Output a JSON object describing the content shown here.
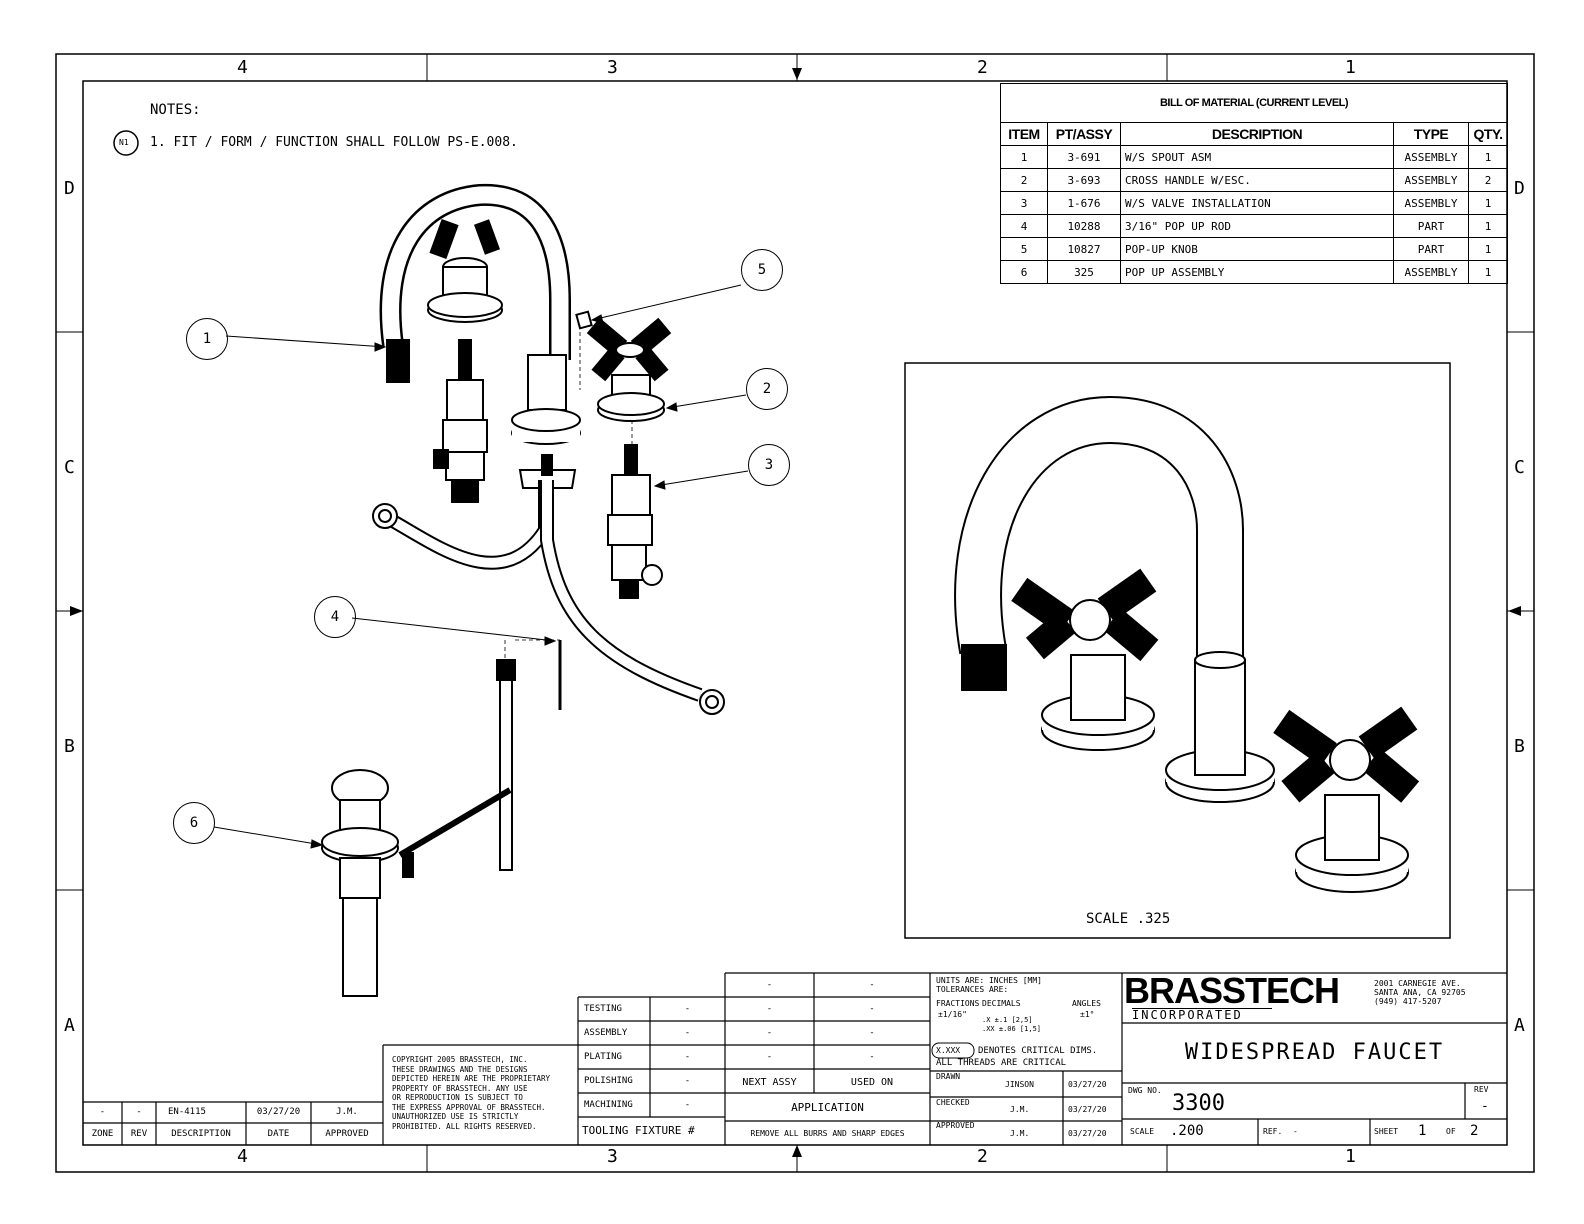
{
  "zones": {
    "top": [
      "4",
      "3",
      "2",
      "1"
    ],
    "bottom": [
      "4",
      "3",
      "2",
      "1"
    ],
    "left": [
      "D",
      "C",
      "B",
      "A"
    ],
    "right": [
      "D",
      "C",
      "B",
      "A"
    ]
  },
  "notes": {
    "title": "NOTES:",
    "flag": "N1",
    "item": "1.  FIT / FORM / FUNCTION SHALL FOLLOW PS-E.008."
  },
  "bom": {
    "title": "BILL OF MATERIAL (CURRENT LEVEL)",
    "headers": [
      "ITEM",
      "PT/ASSY",
      "DESCRIPTION",
      "TYPE",
      "QTY."
    ],
    "rows": [
      [
        "1",
        "3-691",
        "W/S SPOUT ASM",
        "ASSEMBLY",
        "1"
      ],
      [
        "2",
        "3-693",
        "CROSS HANDLE W/ESC.",
        "ASSEMBLY",
        "2"
      ],
      [
        "3",
        "1-676",
        "W/S VALVE INSTALLATION",
        "ASSEMBLY",
        "1"
      ],
      [
        "4",
        "10288",
        "3/16\" POP UP ROD",
        "PART",
        "1"
      ],
      [
        "5",
        "10827",
        "POP-UP KNOB",
        "PART",
        "1"
      ],
      [
        "6",
        "325",
        "POP UP ASSEMBLY",
        "ASSEMBLY",
        "1"
      ]
    ]
  },
  "balloons": [
    "1",
    "2",
    "3",
    "4",
    "5",
    "6"
  ],
  "inset_scale": "SCALE  .325",
  "revision_block": {
    "headers": [
      "ZONE",
      "REV",
      "DESCRIPTION",
      "DATE",
      "APPROVED"
    ],
    "row": [
      "-",
      "-",
      "EN-4115",
      "03/27/20",
      "J.M."
    ]
  },
  "copyright": [
    "COPYRIGHT 2005 BRASSTECH, INC.",
    "THESE DRAWINGS AND THE DESIGNS",
    "DEPICTED HEREIN ARE THE PROPRIETARY",
    "PROPERTY OF BRASSTECH. ANY USE",
    "OR REPRODUCTION IS SUBJECT TO",
    "THE EXPRESS APPROVAL OF BRASSTECH.",
    "UNAUTHORIZED USE IS STRICTLY",
    "PROHIBITED. ALL RIGHTS RESERVED."
  ],
  "process_block": {
    "rows": [
      {
        "label": "TESTING",
        "v": "-"
      },
      {
        "label": "ASSEMBLY",
        "v": "-"
      },
      {
        "label": "PLATING",
        "v": "-"
      },
      {
        "label": "POLISHING",
        "v": "-"
      },
      {
        "label": "MACHINING",
        "v": "-"
      }
    ],
    "tooling": "TOOLING FIXTURE #"
  },
  "application": {
    "dash": "-",
    "next_assy": "NEXT ASSY",
    "used_on": "USED ON",
    "label": "APPLICATION",
    "note": "REMOVE ALL BURRS AND SHARP EDGES"
  },
  "tolerances": {
    "units": "UNITS ARE: INCHES  [MM]",
    "tol": "TOLERANCES ARE:",
    "fractions": "FRACTIONS",
    "decimals": "DECIMALS",
    "angles": "ANGLES",
    "frac_val": "±1/16\"",
    "dec1": ".X  ±.1   [2,5]",
    "dec2": ".XX ±.06  [1,5]",
    "ang_val": "±1°",
    "critical_box": "X.XXX",
    "critical": "DENOTES CRITICAL DIMS.",
    "threads": "ALL THREADS ARE CRITICAL",
    "drawn": "DRAWN",
    "drawn_by": "JINSON",
    "drawn_date": "03/27/20",
    "checked": "CHECKED",
    "checked_by": "J.M.",
    "checked_date": "03/27/20",
    "approved": "APPROVED",
    "approved_by": "J.M.",
    "approved_date": "03/27/20"
  },
  "title_block": {
    "company": "BRASSTECH",
    "company_sub": "INCORPORATED",
    "address1": "2001 CARNEGIE AVE.",
    "address2": "SANTA ANA, CA 92705",
    "phone": "(949) 417-5207",
    "title": "WIDESPREAD FAUCET",
    "dwg_label": "DWG NO.",
    "dwg_no": "3300",
    "rev_label": "REV",
    "rev": "-",
    "scale_label": "SCALE",
    "scale": ".200",
    "ref_label": "REF.",
    "ref": "-",
    "sheet_label": "SHEET",
    "sheet": "1",
    "of_label": "OF",
    "of": "2"
  }
}
